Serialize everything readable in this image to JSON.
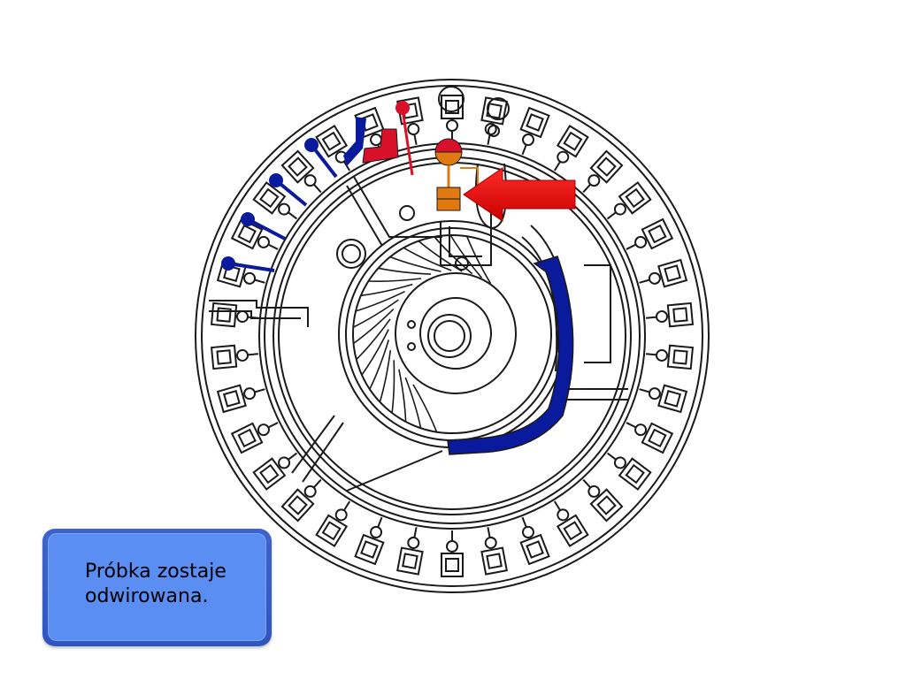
{
  "caption": {
    "lines": [
      "Próbka zostaje",
      "odwirowana."
    ]
  },
  "colors": {
    "background": "#ffffff",
    "outline": "#1a1a1a",
    "blue_channel": "#0a1a9c",
    "red_sample": "#d8102a",
    "orange_sample": "#e07a10",
    "arrow": "#e41010",
    "caption_frame": "#3a5ec6",
    "caption_fill": "#5b8ef2"
  },
  "icons": [
    "rotor-disc",
    "red-arrow-indicator"
  ]
}
